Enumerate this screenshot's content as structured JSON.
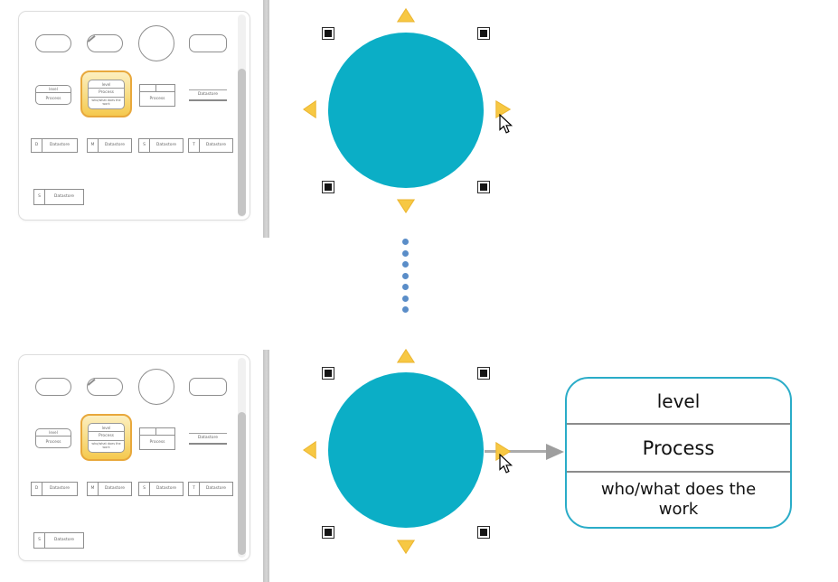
{
  "library": {
    "process_two_row": {
      "line1": "level",
      "line2": "Process"
    },
    "process_three_row": {
      "line1": "level",
      "line2": "Process",
      "line3": "who/what does the work"
    },
    "process_split": {
      "label": "Process"
    },
    "datastore_open": {
      "label": "Datastore"
    },
    "datastores_row": [
      {
        "id": "D",
        "label": "Datastore"
      },
      {
        "id": "M",
        "label": "Datastore"
      },
      {
        "id": "S",
        "label": "Datastore"
      },
      {
        "id": "T",
        "label": "Datastore"
      }
    ],
    "datastore_single": {
      "id": "S",
      "label": "Datastore"
    }
  },
  "canvas": {
    "process_box": {
      "row1": "level",
      "row2": "Process",
      "row3": "who/what does the work"
    }
  },
  "colors": {
    "shape_teal": "#0BAEC6",
    "box_border_teal": "#2AACC8",
    "arrow_yellow": "#F7C843",
    "highlight_orange": "#E8A83C",
    "dot_blue": "#5A8DC8",
    "connector_gray": "#ABABAB",
    "section_divider_gray": "#8C8C8C",
    "panel_bar_gray": "#CBCBCB"
  },
  "icons": {
    "selection_handle": "black-square-resize-handle",
    "direction_arrow": "yellow-triangle-connect-arrow",
    "cursor": "mouse-arrow-cursor",
    "scrollbar": "vertical-scrollbar"
  }
}
